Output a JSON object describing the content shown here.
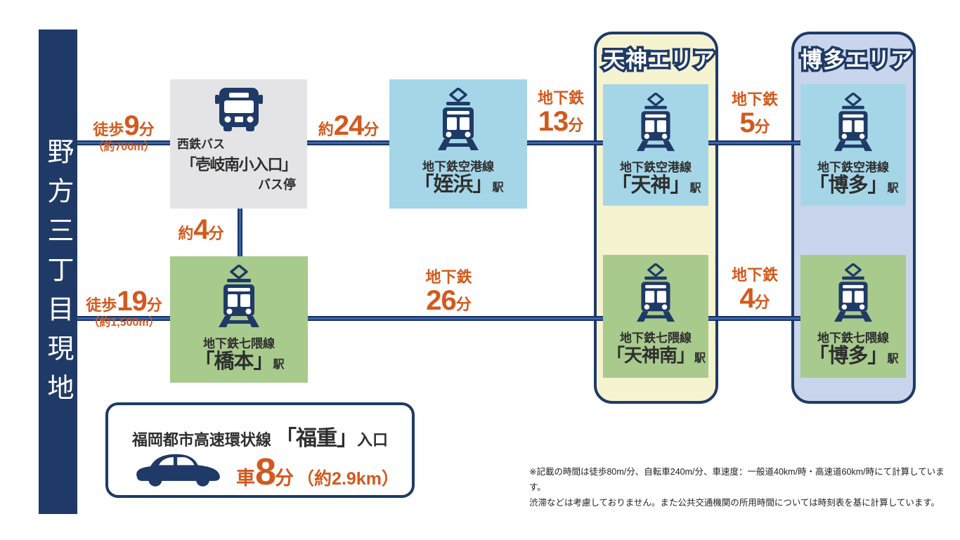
{
  "origin": {
    "label": "野方三丁目現地"
  },
  "areas": {
    "tenjin": {
      "label": "天神エリア"
    },
    "hakata": {
      "label": "博多エリア"
    }
  },
  "stations": {
    "bus_stop": {
      "company": "西鉄バス",
      "name": "「壱岐南小入口」",
      "suffix": "バス停"
    },
    "meinohama": {
      "line": "地下鉄空港線",
      "name": "「姪浜」",
      "suffix": "駅"
    },
    "tenjin": {
      "line": "地下鉄空港線",
      "name": "「天神」",
      "suffix": "駅"
    },
    "hakata_airport": {
      "line": "地下鉄空港線",
      "name": "「博多」",
      "suffix": "駅"
    },
    "hashimoto": {
      "line": "地下鉄七隈線",
      "name": "「橋本」",
      "suffix": "駅"
    },
    "tenjin_minami": {
      "line": "地下鉄七隈線",
      "name": "「天神南」",
      "suffix": "駅"
    },
    "hakata_nanakuma": {
      "line": "地下鉄七隈線",
      "name": "「博多」",
      "suffix": "駅"
    }
  },
  "edges": {
    "walk9": {
      "mode": "徒歩",
      "value": "9",
      "unit": "分",
      "note": "（約700m）"
    },
    "bus24": {
      "mode": "約",
      "value": "24",
      "unit": "分"
    },
    "subway13": {
      "mode": "地下鉄",
      "value": "13",
      "unit": "分"
    },
    "subway5": {
      "mode": "地下鉄",
      "value": "5",
      "unit": "分"
    },
    "transfer4": {
      "mode": "約",
      "value": "4",
      "unit": "分"
    },
    "walk19": {
      "mode": "徒歩",
      "value": "19",
      "unit": "分",
      "note": "（約1,500m）"
    },
    "subway26": {
      "mode": "地下鉄",
      "value": "26",
      "unit": "分"
    },
    "subway4": {
      "mode": "地下鉄",
      "value": "4",
      "unit": "分"
    }
  },
  "car": {
    "road": "福岡都市高速環状線 ",
    "entrance": "「福重」",
    "entrance_suffix": "入口",
    "mode": "車",
    "value": "8",
    "unit": "分",
    "note": "（約2.9km）"
  },
  "disclaimer": {
    "line1": "※記載の時間は徒歩80m/分、自転車240m/分、車速度：一般道40km/時・高速道60km/時にて計算しています。",
    "line2": "渋滞などは考慮しておりません。また公共交通機関の所用時間については時刻表を基に計算しています。"
  },
  "icons": {
    "bus": "bus-icon",
    "train": "train-icon",
    "car": "car-icon"
  },
  "colors": {
    "navy": "#1f3a66",
    "line_blue": "#4068b6",
    "orange": "#d3591d",
    "gray_box": "#e4e4e6",
    "blue_box": "#a4d6e8",
    "green_box": "#a8ca8d",
    "tenjin_area": "#f6f3d1",
    "hakata_area": "#c8d5ec",
    "text": "#2e2e2e"
  }
}
